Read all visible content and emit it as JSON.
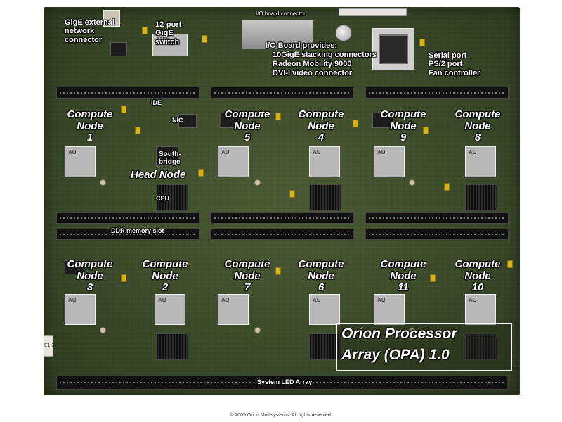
{
  "labels": {
    "gige_external": "GigE external\nnetwork\nconnector",
    "switch12": "12-port\nGigE\nswitch",
    "io_connector": "I/O board connector",
    "io_provides": "I/O Board provides:",
    "io_stacking": "10GigE stacking connectors",
    "io_radeon": "Radeon Mobility 9000",
    "io_dvi": "DVI-I video connector",
    "serial": "Serial port\nPS/2 port\nFan controller",
    "ide": "IDE",
    "nic": "NIC",
    "southbridge": "South-\nbridge",
    "head_node": "Head Node",
    "cpu": "CPU",
    "ddr": "DDR memory slot",
    "led": "System LED Array",
    "title_line1": "Orion Processor",
    "title_line2": "Array (OPA) 1.0",
    "copyright": "© 2005 Orion Multisystems.  All rights reserved.",
    "side_marker": "E1.3"
  },
  "nodes": [
    {
      "text": "Compute\nNode\n1"
    },
    {
      "text": "Compute\nNode\n5"
    },
    {
      "text": "Compute\nNode\n4"
    },
    {
      "text": "Compute\nNode\n9"
    },
    {
      "text": "Compute\nNode\n8"
    },
    {
      "text": "Compute\nNode\n3"
    },
    {
      "text": "Compute\nNode\n2"
    },
    {
      "text": "Compute\nNode\n7"
    },
    {
      "text": "Compute\nNode\n6"
    },
    {
      "text": "Compute\nNode\n11"
    },
    {
      "text": "Compute\nNode\n10"
    }
  ],
  "colors": {
    "board": "#3b4a2a",
    "label_text": "#ffffff",
    "chip_silver": "#b8b8b8",
    "capacitor_yellow": "#d8b318"
  }
}
